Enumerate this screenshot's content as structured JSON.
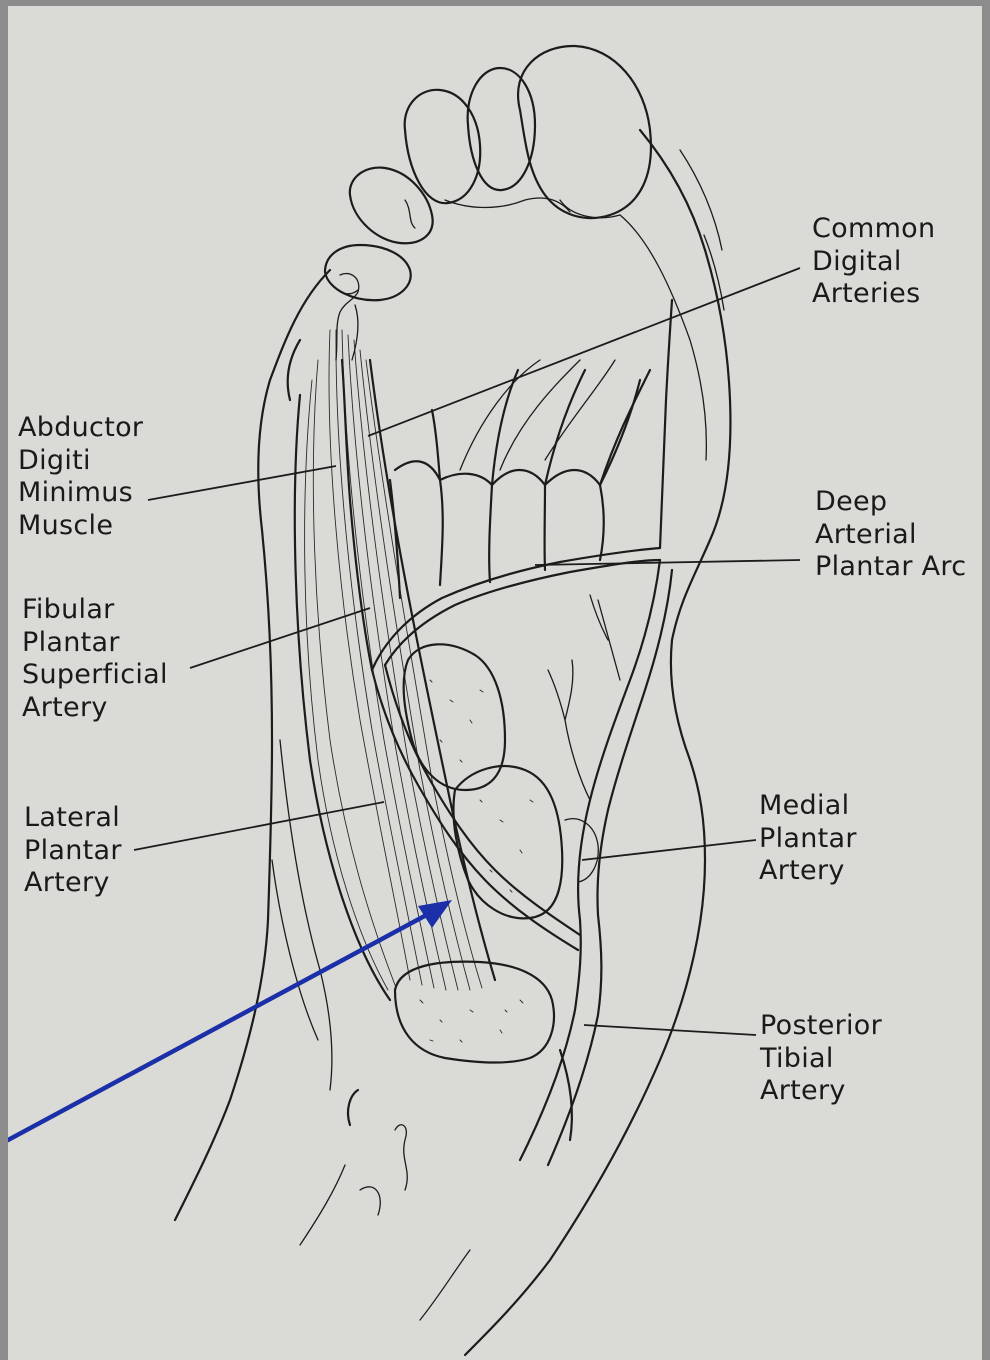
{
  "labels": {
    "common_digital_arteries": [
      "Common",
      "Digital",
      "Arteries"
    ],
    "abductor_digiti_minimus_muscle": [
      "Abductor",
      "Digiti",
      "Minimus",
      "Muscle"
    ],
    "deep_arterial_plantar_arc": [
      "Deep",
      "Arterial",
      "Plantar Arc"
    ],
    "fibular_plantar_superficial_artery": [
      "Fibular",
      "Plantar",
      "Superficial",
      "Artery"
    ],
    "lateral_plantar_artery": [
      "Lateral",
      "Plantar",
      "Artery"
    ],
    "medial_plantar_artery": [
      "Medial",
      "Plantar",
      "Artery"
    ],
    "posterior_tibial_artery": [
      "Posterior",
      "Tibial",
      "Artery"
    ]
  },
  "colors": {
    "pointer_arrow": "#1b2fa8",
    "ink": "#1c1c1c",
    "paper": "#dadbd6",
    "border": "#8c8c8c"
  }
}
